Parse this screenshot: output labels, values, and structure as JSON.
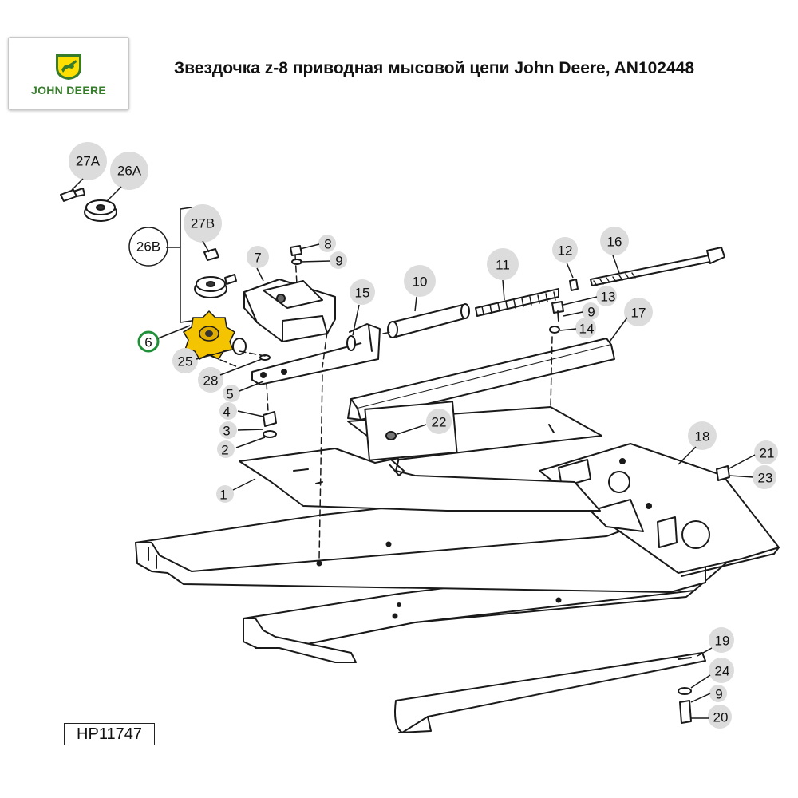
{
  "logo": {
    "text": "JOHN DEERE",
    "icon": "leaping-deer-icon",
    "brand_green": "#367c2b",
    "brand_yellow": "#ffde00"
  },
  "title": "Звездочка z-8 приводная мысовой цепи John Deere, AN102448",
  "drawing_ref": "HP11747",
  "highlight": {
    "part": "6",
    "color": "#f5c400",
    "ring_color": "#1f8f3a"
  },
  "callouts": {
    "c27A": "27A",
    "c26A": "26A",
    "c27B": "27B",
    "c26B": "26B",
    "c6": "6",
    "c25": "25",
    "c28": "28",
    "c5": "5",
    "c4": "4",
    "c3": "3",
    "c2": "2",
    "c1": "1",
    "c7": "7",
    "c8": "8",
    "c9a": "9",
    "c15": "15",
    "c10": "10",
    "c11": "11",
    "c12": "12",
    "c16": "16",
    "c13": "13",
    "c9b": "9",
    "c14": "14",
    "c17": "17",
    "c22": "22",
    "c18": "18",
    "c21": "21",
    "c23": "23",
    "c19": "19",
    "c24": "24",
    "c9c": "9",
    "c20": "20"
  }
}
